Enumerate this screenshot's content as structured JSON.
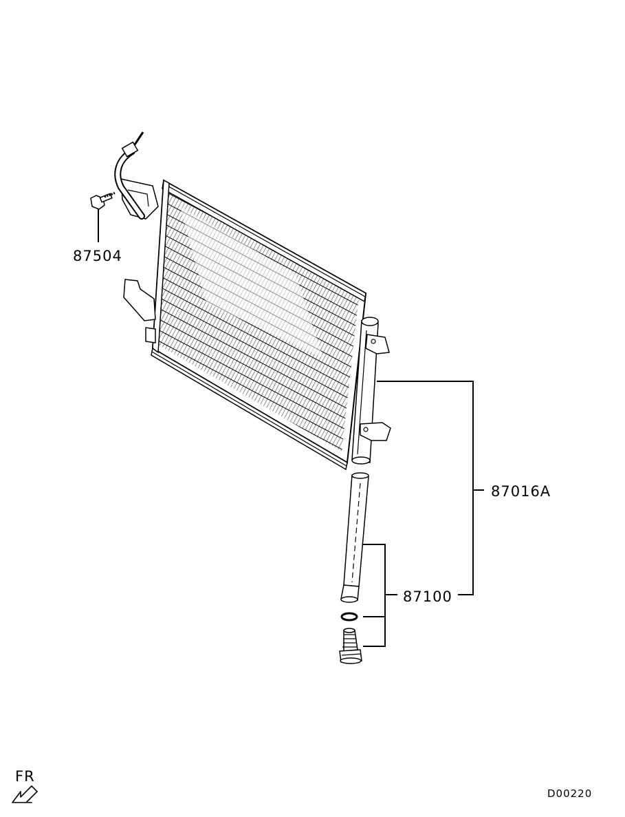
{
  "callouts": {
    "bolt": "87504",
    "condenser_assembly": "87016A",
    "receiver_drier_kit": "87100"
  },
  "footer": {
    "direction": "FR",
    "diagram_code": "D00220"
  }
}
